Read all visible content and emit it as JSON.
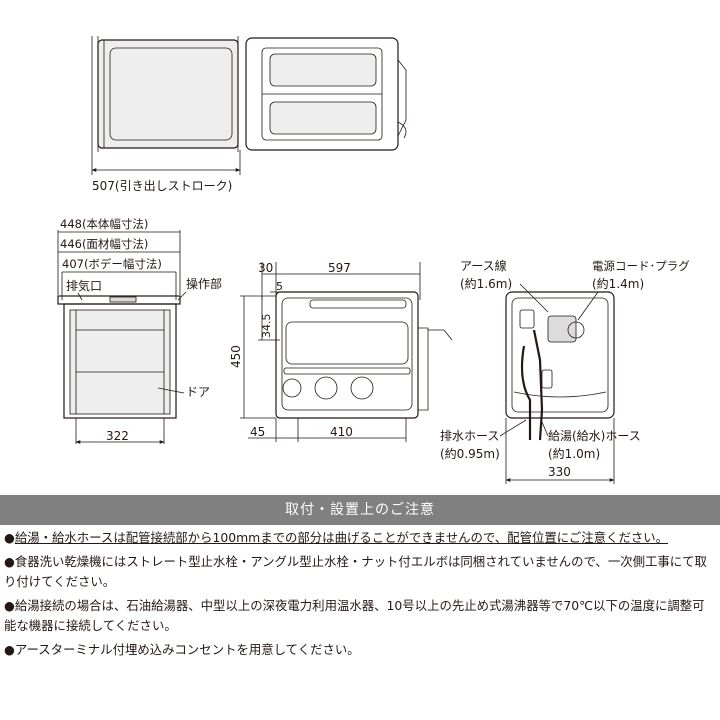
{
  "top_view": {
    "stroke_label": "507(引き出しストローク)"
  },
  "front_view": {
    "dim_width_body": "448(本体幅寸法)",
    "dim_width_panel": "446(面材幅寸法)",
    "dim_width_body_box": "407(ボデー幅寸法)",
    "label_exhaust": "排気口",
    "label_control": "操作部",
    "label_door": "ドア",
    "dim_bottom": "322"
  },
  "side_view": {
    "dim_30": "30",
    "dim_597": "597",
    "dim_5": "5",
    "dim_34_5": "34.5",
    "dim_450": "450",
    "dim_45": "45",
    "dim_410": "410"
  },
  "rear_view": {
    "label_earth": "アース線",
    "label_earth_len": "(約1.6m)",
    "label_power": "電源コード･プラグ",
    "label_power_len": "(約1.4m)",
    "label_drain": "排水ホース",
    "label_drain_len": "(約0.95m)",
    "label_supply": "給湯(給水)ホース",
    "label_supply_len": "(約1.0m)",
    "dim_330": "330"
  },
  "notes": {
    "title": "取付・設置上のご注意",
    "bullet": "●",
    "items": [
      {
        "text": "給湯・給水ホースは配管接続部から100mmまでの部分は曲げることができませんので、配管位置にご注意ください。"
      },
      {
        "text": "食器洗い乾燥機にはストレート型止水栓・アングル型止水栓・ナット付エルボは同梱されていませんので、一次側工事にて取り付けてください。"
      },
      {
        "text": "給湯接続の場合は、石油給湯器、中型以上の深夜電力利用温水器、10号以上の先止め式湯沸器等で70℃以下の温度に調整可能な機器に接続してください。"
      },
      {
        "text": "アースターミナル付埋め込みコンセントを用意してください。"
      }
    ]
  }
}
